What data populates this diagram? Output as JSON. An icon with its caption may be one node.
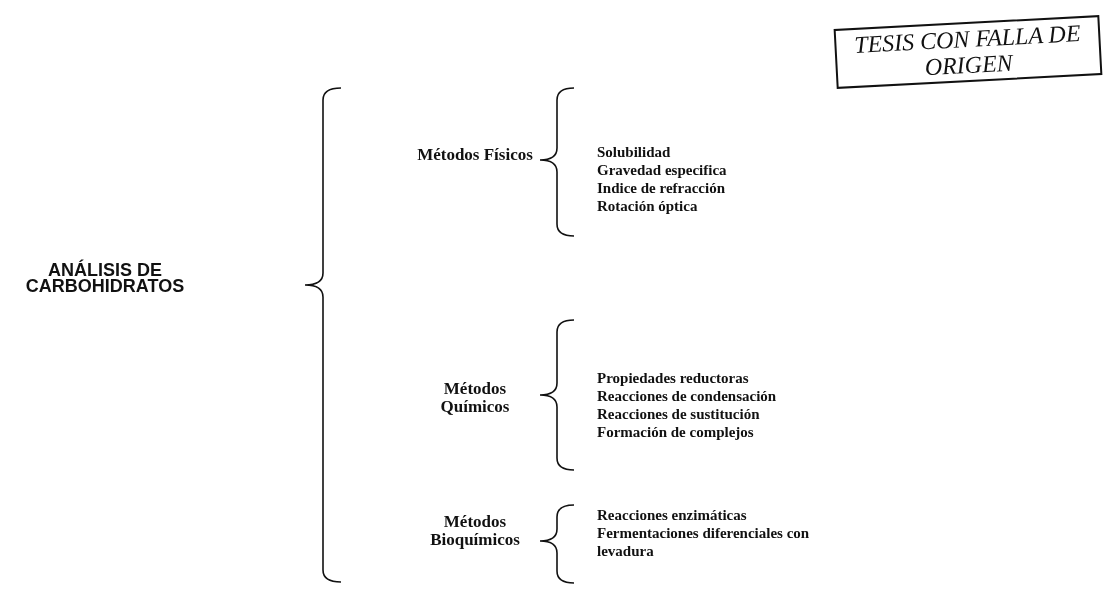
{
  "diagram": {
    "nodes": [
      {
        "text": [
          "ANÁLISIS DE CARBOHIDRATOS"
        ]
      },
      {
        "text": [
          "Métodos Físicos"
        ]
      },
      {
        "text": [
          "Solubilidad",
          "Gravedad especifica",
          "Indice de refracción",
          "Rotación óptica"
        ]
      },
      {
        "text": [
          "Métodos Químicos"
        ]
      },
      {
        "text": [
          "Propiedades reductoras",
          "Reacciones de condensación",
          "Reacciones de sustitución",
          "Formación de complejos"
        ]
      },
      {
        "text": [
          "Métodos Bioquímicos"
        ]
      },
      {
        "text": [
          "Reacciones enzimáticas",
          "Fermentaciones diferenciales con levadura"
        ]
      },
      {
        "text": [
          "TESIS CON FALLA DE ORIGEN"
        ]
      }
    ]
  }
}
